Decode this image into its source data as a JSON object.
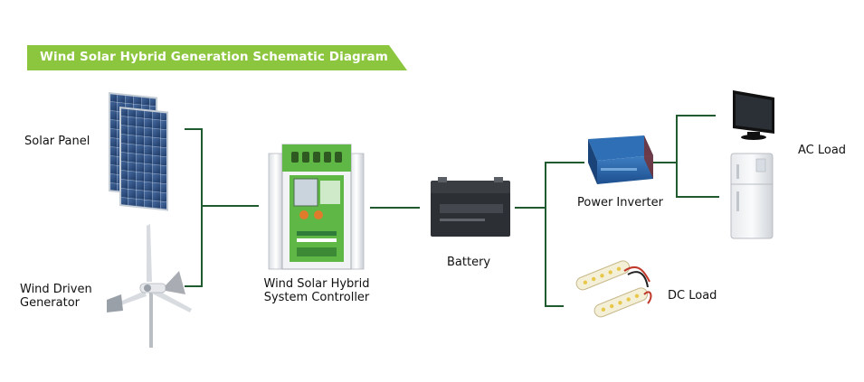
{
  "title": "Wind Solar Hybrid Generation Schematic Diagram",
  "labels": {
    "solar_panel": "Solar Panel",
    "wind_generator_line1": "Wind Driven",
    "wind_generator_line2": "Generator",
    "controller_line1": "Wind Solar Hybrid",
    "controller_line2": "System Controller",
    "battery": "Battery",
    "power_inverter": "Power Inverter",
    "dc_load": "DC Load",
    "ac_load": "AC Load"
  },
  "colors": {
    "banner": "#8cc63f",
    "wire": "#1f5b2e",
    "controller_green": "#5fb846"
  },
  "icons": [
    "solar-panel-icon",
    "wind-turbine-icon",
    "controller-icon",
    "battery-icon",
    "inverter-icon",
    "led-lamp-icon",
    "tv-icon",
    "refrigerator-icon"
  ]
}
